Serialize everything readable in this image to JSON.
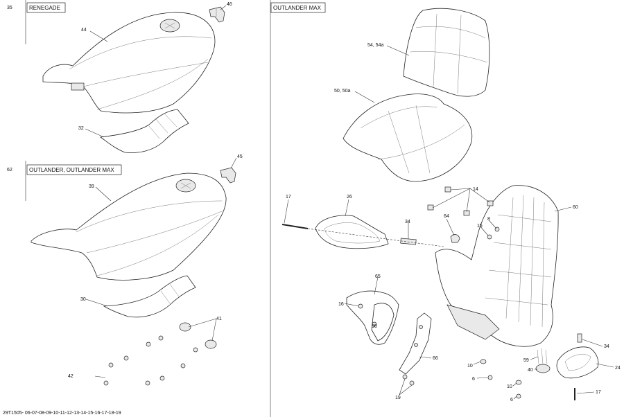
{
  "sections": {
    "renegade": {
      "ref": "35",
      "label": "RENEGADE"
    },
    "outlander": {
      "ref": "62",
      "label": "OUTLANDER, OUTLANDER MAX"
    },
    "outlander_max": {
      "label": "OUTLANDER MAX"
    }
  },
  "callouts": {
    "c46": "46",
    "c44": "44",
    "c32": "32",
    "c45": "45",
    "c39": "39",
    "c30": "30",
    "c41": "41",
    "c42": "42",
    "c54": "54, 54a",
    "c50": "50, 50a",
    "c17a": "17",
    "c26": "26",
    "c14": "14",
    "c60": "60",
    "c64": "64",
    "c15": "15",
    "c8": "8",
    "c34a": "34",
    "c65": "65",
    "c16a": "16",
    "c16b": "16",
    "c66": "66",
    "c19": "19",
    "c10a": "10",
    "c6a": "6",
    "c10b": "10",
    "c6b": "6",
    "c59": "59",
    "c40": "40",
    "c34b": "34",
    "c24": "24",
    "c17b": "17"
  },
  "drawing_code": "29T1505- 06-07-08-09-10-11-12-13-14-15-16-17-18-19"
}
